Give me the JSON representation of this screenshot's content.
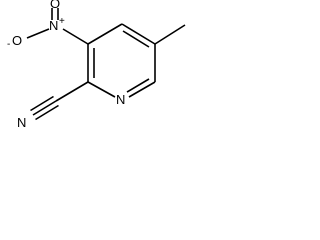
{
  "atoms": {
    "ring_nitrogen": "N",
    "nitrile_nitrogen": "N",
    "nitro_nitrogen": "N",
    "nitro_oxygen_top": "O",
    "nitro_oxygen_left": "O"
  },
  "charges": {
    "nitro_nitrogen": "+",
    "nitro_oxygen_left": "-"
  },
  "colors": {
    "bond": "#000000",
    "background": "#ffffff"
  }
}
